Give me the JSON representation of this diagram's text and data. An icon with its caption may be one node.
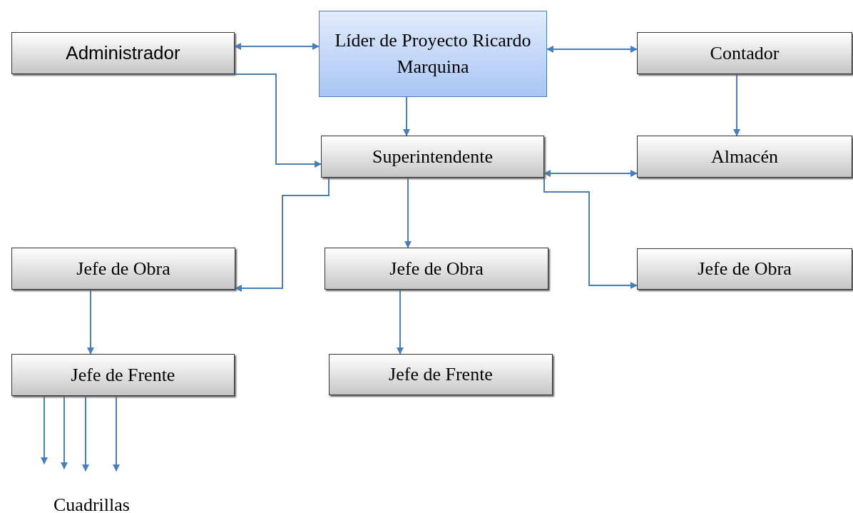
{
  "diagram": {
    "nodes": [
      {
        "text": [
          "Administrador"
        ]
      },
      {
        "text": [
          "Líder de Proyecto Ricardo Marquina"
        ]
      },
      {
        "text": [
          "Contador"
        ]
      },
      {
        "text": [
          "Superintendente"
        ]
      },
      {
        "text": [
          "Almacén"
        ]
      },
      {
        "text": [
          "Jefe de Obra"
        ]
      },
      {
        "text": [
          "Jefe de Obra"
        ]
      },
      {
        "text": [
          "Jefe de Obra"
        ]
      },
      {
        "text": [
          "Jefe de Frente"
        ]
      },
      {
        "text": [
          "Jefe de Frente"
        ]
      }
    ],
    "edges": [
      {
        "from": 0,
        "to": 1,
        "arrow": "both"
      },
      {
        "from": 1,
        "to": 2,
        "arrow": "both"
      },
      {
        "from": 0,
        "to": 3,
        "arrow": "to"
      },
      {
        "from": 1,
        "to": 3,
        "arrow": "to"
      },
      {
        "from": 2,
        "to": 4,
        "arrow": "to"
      },
      {
        "from": 3,
        "to": 4,
        "arrow": "both"
      },
      {
        "from": 3,
        "to": 5,
        "arrow": "to"
      },
      {
        "from": 3,
        "to": 6,
        "arrow": "to"
      },
      {
        "from": 3,
        "to": 7,
        "arrow": "to"
      },
      {
        "from": 5,
        "to": 8,
        "arrow": "to"
      },
      {
        "from": 6,
        "to": 9,
        "arrow": "to"
      },
      {
        "from": 8,
        "to": null,
        "arrow": "to"
      },
      {
        "from": 8,
        "to": null,
        "arrow": "to"
      },
      {
        "from": 8,
        "to": null,
        "arrow": "to"
      },
      {
        "from": 8,
        "to": null,
        "arrow": "to"
      }
    ],
    "labels": [
      "Cuadrillas"
    ]
  }
}
